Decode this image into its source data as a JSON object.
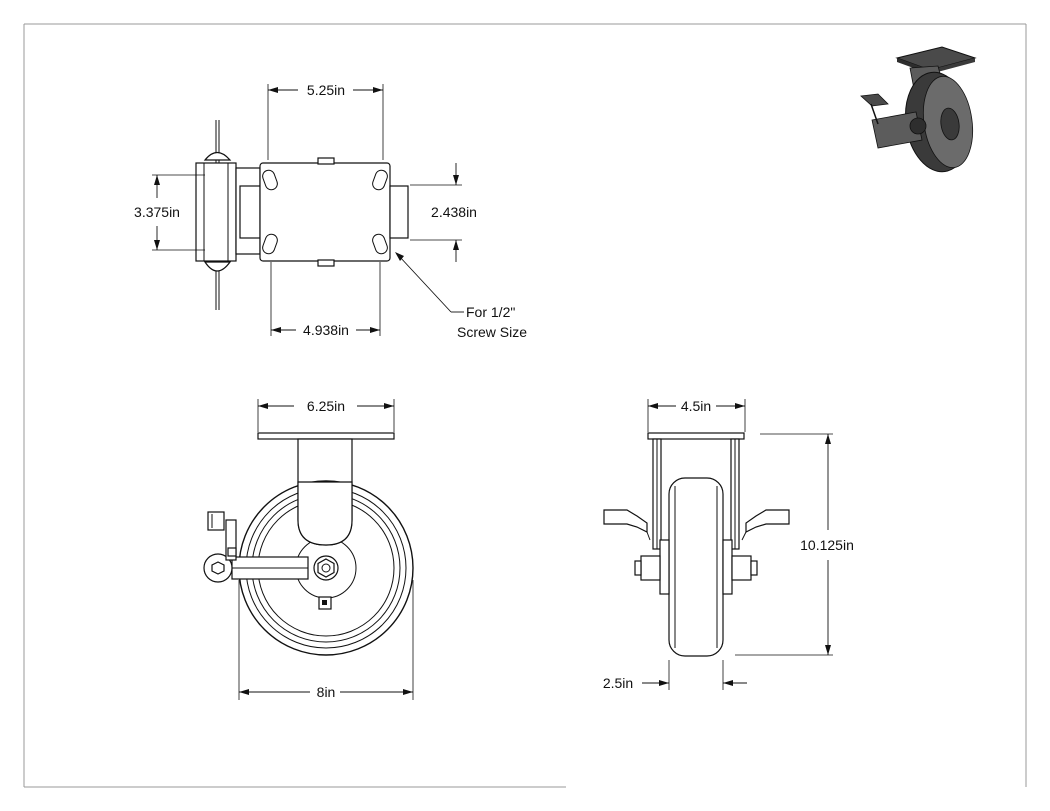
{
  "dimensions": {
    "plate_length": "5.25in",
    "plate_width": "3.375in",
    "plate_height": "2.438in",
    "bolt_spacing": "4.938in",
    "screw_note_line1": "For 1/2\"",
    "screw_note_line2": "Screw Size",
    "front_plate_width": "6.25in",
    "wheel_diameter": "8in",
    "side_plate_width": "4.5in",
    "overall_height": "10.125in",
    "wheel_width": "2.5in"
  },
  "colors": {
    "line": "#111111",
    "border": "#999999",
    "iso_dark": "#3a3a3a",
    "iso_mid": "#6b6b6b"
  }
}
